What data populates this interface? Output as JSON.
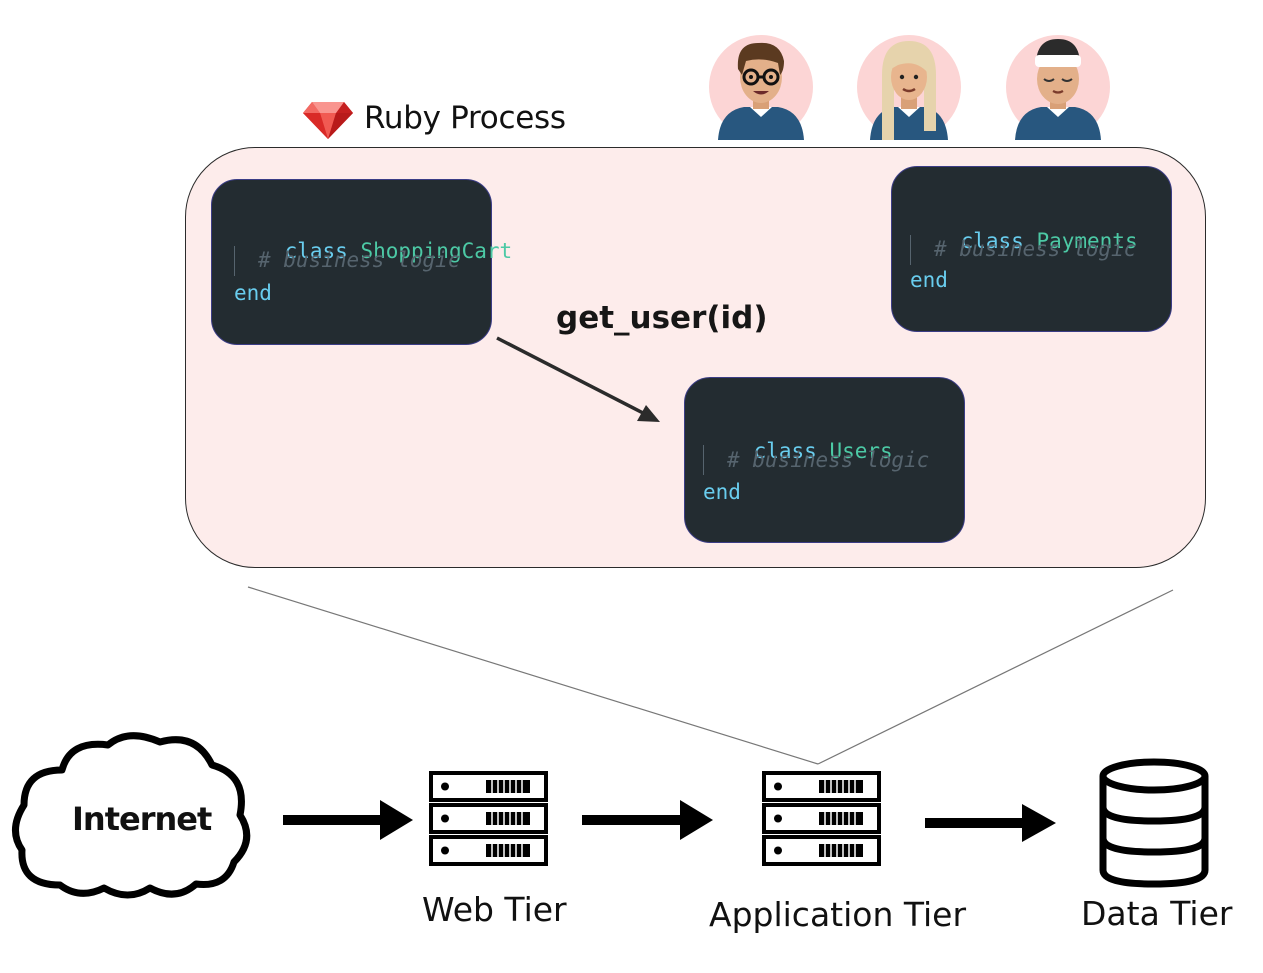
{
  "process": {
    "title": "Ruby Process"
  },
  "code_blocks": {
    "shopping_cart": {
      "keyword": "class",
      "class_name": "ShoppingCart",
      "comment": "# business logic",
      "end": "end"
    },
    "payments": {
      "keyword": "class",
      "class_name": "Payments",
      "comment": "# business logic",
      "end": "end"
    },
    "users": {
      "keyword": "class",
      "class_name": "Users",
      "comment": "# business logic",
      "end": "end"
    }
  },
  "call": {
    "label": "get_user(id)"
  },
  "tiers": {
    "internet": "Internet",
    "web": "Web Tier",
    "application": "Application Tier",
    "data": "Data Tier"
  },
  "colors": {
    "process_bg": "#fdeceb",
    "code_bg": "#232c31",
    "code_border": "#3b3d86",
    "keyword": "#69cdee",
    "class_name": "#4cc9a5",
    "comment": "#56646e",
    "persona_bg": "#fcd5d5",
    "shirt": "#28577f"
  },
  "icons": {
    "ruby": "ruby-gem-icon",
    "cloud": "cloud-icon",
    "server": "server-rack-icon",
    "database": "database-icon"
  }
}
